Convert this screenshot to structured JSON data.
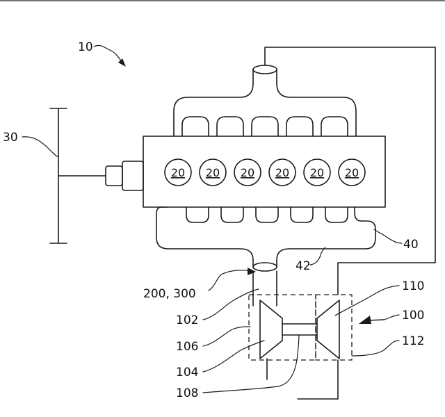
{
  "labels": {
    "system": "10",
    "cylinder": "20",
    "load": "30",
    "exhaust_manifold": "40",
    "exhaust_line": "42",
    "turbocharger": "100",
    "turbine_inlet": "102",
    "turbine": "104",
    "turbine_housing": "106",
    "shaft": "108",
    "compressor": "110",
    "compressor_housing": "112",
    "sensor_ref": "200, 300"
  },
  "cylinders": [
    "20",
    "20",
    "20",
    "20",
    "20",
    "20"
  ]
}
